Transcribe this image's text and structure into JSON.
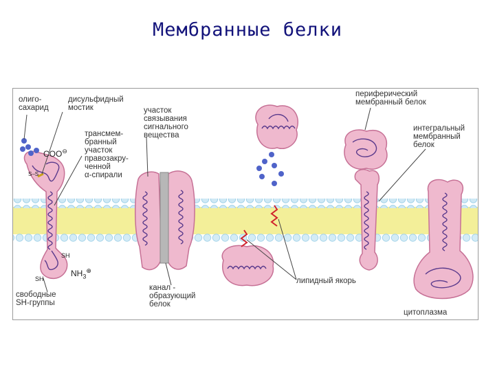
{
  "slide": {
    "title": "Мембранные белки"
  },
  "labels": {
    "oligosaccharide": "олиго-\nсахарид",
    "disulfide": "дисульфидный\nмостик",
    "transmembrane": "трансмем-\nбранный\nучасток\nправозакру-\nченной\nα-спирали",
    "signal_site": "участок\nсвязывания\nсигнального\nвещества",
    "peripheral": "периферический\nмембранный белок",
    "integral": "интегральный\nмембранный\nбелок",
    "free_sh": "свободные\nSH-группы",
    "channel": "канал -\nобразующий\nбелок",
    "lipid_anchor": "липидный якорь",
    "cytoplasm": "цитоплазма"
  },
  "chem": {
    "coo": "COO",
    "nh3": "NH",
    "sh_top": "SH",
    "sh_bottom": "SH",
    "ss": "S–S"
  },
  "colors": {
    "protein_fill": "#efb9ce",
    "protein_stroke": "#c67095",
    "helix": "#5a3a8c",
    "sugar": "#4f63c9",
    "anchor": "#d0222c",
    "head_top": "#c6e6f4",
    "tail": "#f2ee92"
  }
}
